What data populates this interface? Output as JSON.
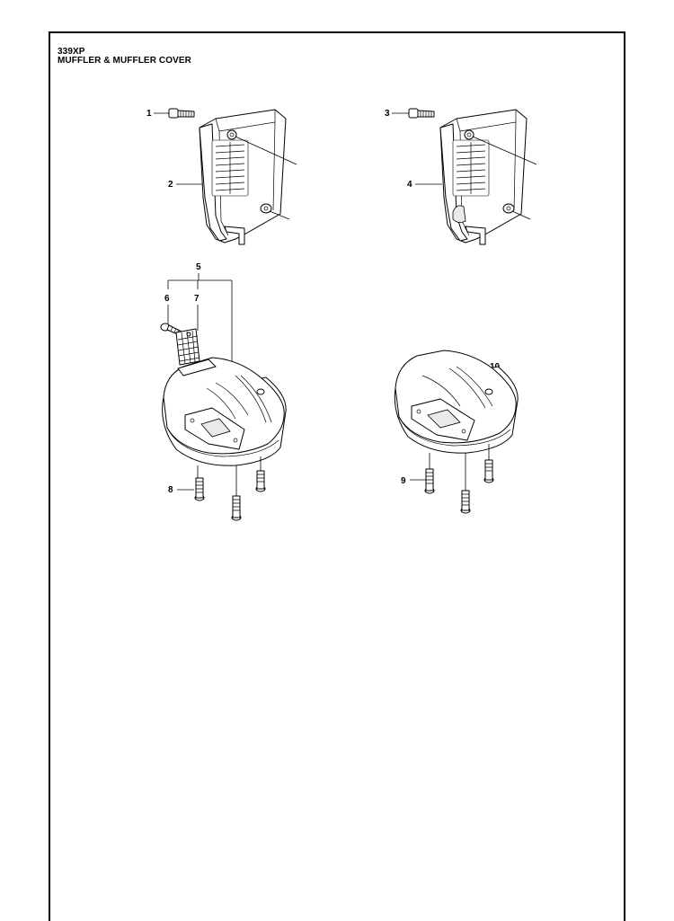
{
  "header": {
    "model": "339XP",
    "section": "MUFFLER & MUFFLER COVER"
  },
  "callouts": [
    "1",
    "2",
    "3",
    "4",
    "5",
    "6",
    "7",
    "8",
    "9",
    "10"
  ]
}
